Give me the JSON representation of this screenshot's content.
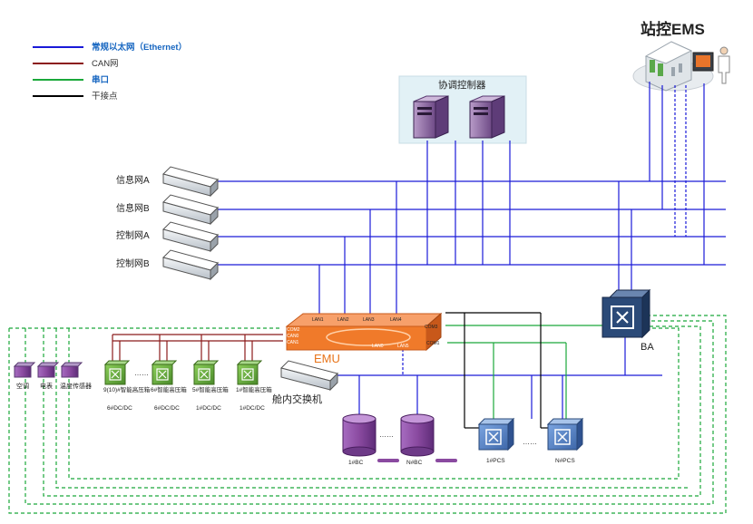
{
  "legend": [
    {
      "label": "常规以太网（Ethernet）",
      "color": "#1a1ad8",
      "text_color": "#1565c0"
    },
    {
      "label": "CAN网",
      "color": "#8b1a1a",
      "text_color": "#333333"
    },
    {
      "label": "串口",
      "color": "#1aa83a",
      "text_color": "#1565c0"
    },
    {
      "label": "干接点",
      "color": "#000000",
      "text_color": "#333333"
    }
  ],
  "ems_title": "站控EMS",
  "coordinator_title": "协调控制器",
  "networks": [
    "信息网A",
    "信息网B",
    "控制网A",
    "控制网B"
  ],
  "emu": {
    "label": "EMU",
    "ports_top": [
      "LAN1",
      "LAN2",
      "LAN3",
      "LAN4"
    ],
    "ports_left": [
      "COM2",
      "CAN0",
      "CAN1"
    ],
    "ports_bottom": [
      "LAN0",
      "LAN5"
    ],
    "ports_right": [
      "COM3",
      "COM1"
    ]
  },
  "ba_label": "BA",
  "cabin_switch_label": "舱内交换机",
  "sensors": [
    "空调",
    "电表",
    "温度传感器"
  ],
  "dcdc_modules": [
    {
      "top": "9(10)#智能高压箱",
      "bottom": "6#DC/DC"
    },
    {
      "top": "6#智能高压箱",
      "bottom": "6#DC/DC"
    },
    {
      "top": "5#智能高压箱",
      "bottom": "1#DC/DC"
    },
    {
      "top": "1#智能高压箱",
      "bottom": "1#DC/DC"
    }
  ],
  "ellipsis": "……",
  "bc_units": [
    "1#BC",
    "N#BC"
  ],
  "pcs_units": [
    "1#PCS",
    "N#PCS"
  ],
  "colors": {
    "ethernet": "#1a1ad8",
    "can": "#8b1a1a",
    "serial": "#1aa83a",
    "dry": "#000000",
    "emu": "#f07a2a",
    "ba": "#2b4a78",
    "pcs": "#5a86c8",
    "bc": "#8a4aa0",
    "module": "#6aa83a"
  }
}
